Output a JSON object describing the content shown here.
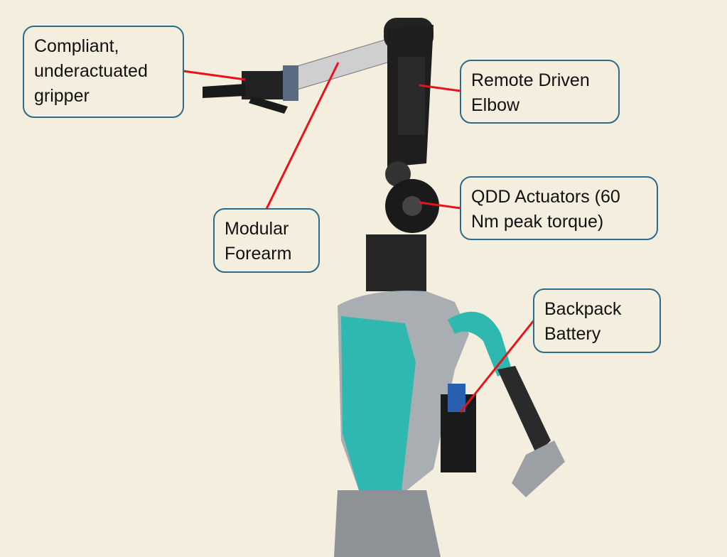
{
  "callouts": {
    "gripper": "Compliant,\nunderactuated\ngripper",
    "elbow": "Remote Driven\nElbow",
    "actuators": "QDD Actuators (60\nNm peak torque)",
    "forearm": "Modular\nForearm",
    "battery": "Backpack\nBattery"
  },
  "colors": {
    "background": "#f4eedf",
    "box_border": "#2c6a8a",
    "leader_line": "#e8121a",
    "robot_teal": "#2fb8b0"
  }
}
